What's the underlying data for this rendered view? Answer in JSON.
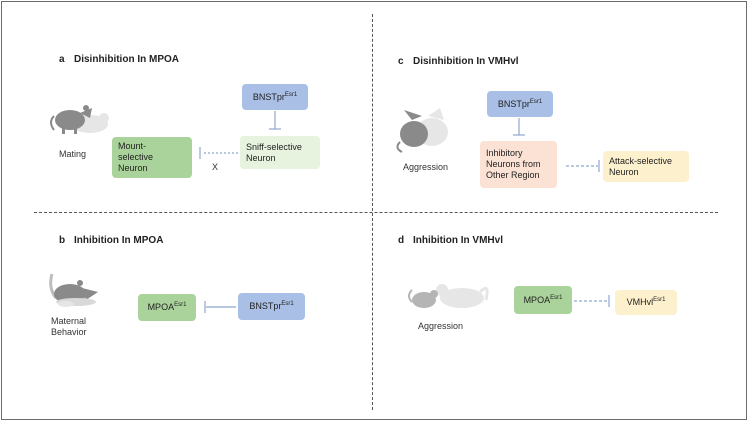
{
  "panels": {
    "a": {
      "letter": "a",
      "title": "Disinhibition In MPOA",
      "behavior": "Mating",
      "mount_box": "Mount-selective Neuron",
      "sniff_box": "Sniff-selective Neuron",
      "bnst_base": "BNSTpr",
      "bnst_sup": "Esr1",
      "x_mark": "X"
    },
    "b": {
      "letter": "b",
      "title": "Inhibition In MPOA",
      "behavior_line1": "Maternal",
      "behavior_line2": "Behavior",
      "mpoa_base": "MPOA",
      "mpoa_sup": "Esr1",
      "bnst_base": "BNSTpr",
      "bnst_sup": "Esr1"
    },
    "c": {
      "letter": "c",
      "title": "Disinhibition In VMHvl",
      "behavior": "Aggression",
      "bnst_base": "BNSTpr",
      "bnst_sup": "Esr1",
      "inhibitory_box": "Inhibitory Neurons from Other Region",
      "attack_box": "Attack-selective Neuron"
    },
    "d": {
      "letter": "d",
      "title": "Inhibition In VMHvl",
      "behavior": "Aggression",
      "mpoa_base": "MPOA",
      "mpoa_sup": "Esr1",
      "vmh_base": "VMHvl",
      "vmh_sup": "Esr1"
    }
  },
  "colors": {
    "green": "#a9d39a",
    "light_green": "#e7f2df",
    "blue": "#a9bfe6",
    "peach": "#fbe2d4",
    "yellow": "#fdf0cc",
    "inhibit_line": "#8fa6cf"
  }
}
